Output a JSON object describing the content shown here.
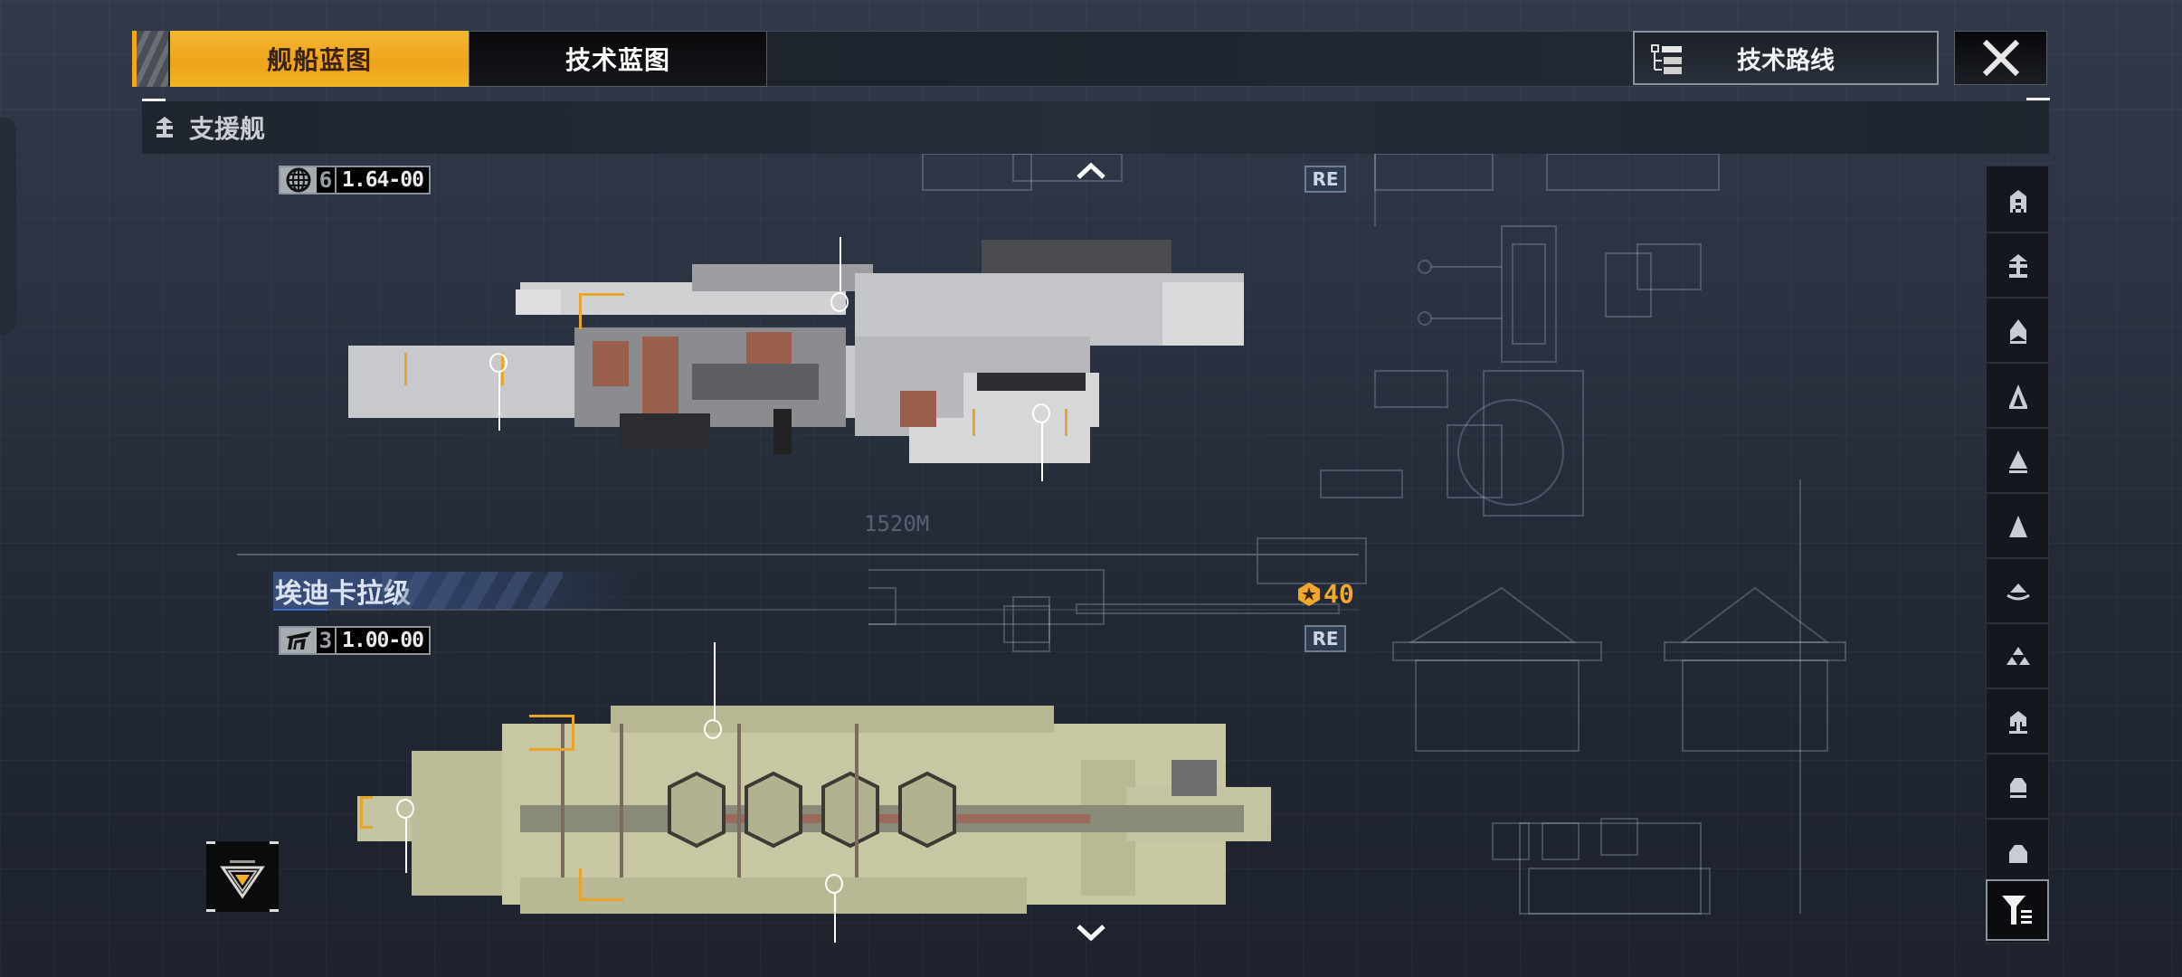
{
  "tabs": [
    {
      "label": "舰船蓝图",
      "active": true
    },
    {
      "label": "技术蓝图",
      "active": false
    }
  ],
  "header": {
    "tech_route_label": "技术路线",
    "tech_route_icon": "tree-list-icon",
    "close_icon": "close-icon"
  },
  "category": {
    "icon": "support-ship-icon",
    "label": "支援舰"
  },
  "ships": [
    {
      "name": "",
      "emblem_icon": "globe-icon",
      "tier": "6",
      "code": "1.64-00",
      "badge": "RE",
      "scale_label": "1520M",
      "hull_color": "#c9cbcd"
    },
    {
      "name": "埃迪卡拉级",
      "emblem_icon": "wing-faction-icon",
      "tier": "3",
      "code": "1.00-00",
      "badge": "RE",
      "cost": "40",
      "cost_icon": "command-point-icon",
      "hull_color": "#c8c7a4"
    }
  ],
  "filter_bar": {
    "items": [
      {
        "icon": "carrier-class-icon"
      },
      {
        "icon": "support-class-icon"
      },
      {
        "icon": "battleship-class-icon"
      },
      {
        "icon": "destroyer-class-icon"
      },
      {
        "icon": "frigate-class-icon"
      },
      {
        "icon": "corvette-class-icon"
      },
      {
        "icon": "aircraft-class-icon"
      },
      {
        "icon": "squadron-class-icon"
      },
      {
        "icon": "station-class-icon"
      },
      {
        "icon": "landing-class-icon"
      },
      {
        "icon": "auxiliary-class-icon"
      }
    ],
    "toggle_icon": "filter-list-icon"
  },
  "navigation": {
    "scroll_up_icon": "chevron-up-icon",
    "scroll_down_icon": "chevron-down-icon"
  },
  "bottom_left": {
    "icon": "triangle-emblem-icon"
  },
  "colors": {
    "accent": "#f1a81c",
    "background": "#2a3140",
    "ship_name_bar": "#3a4f7a",
    "cost": "#f2a82a"
  }
}
